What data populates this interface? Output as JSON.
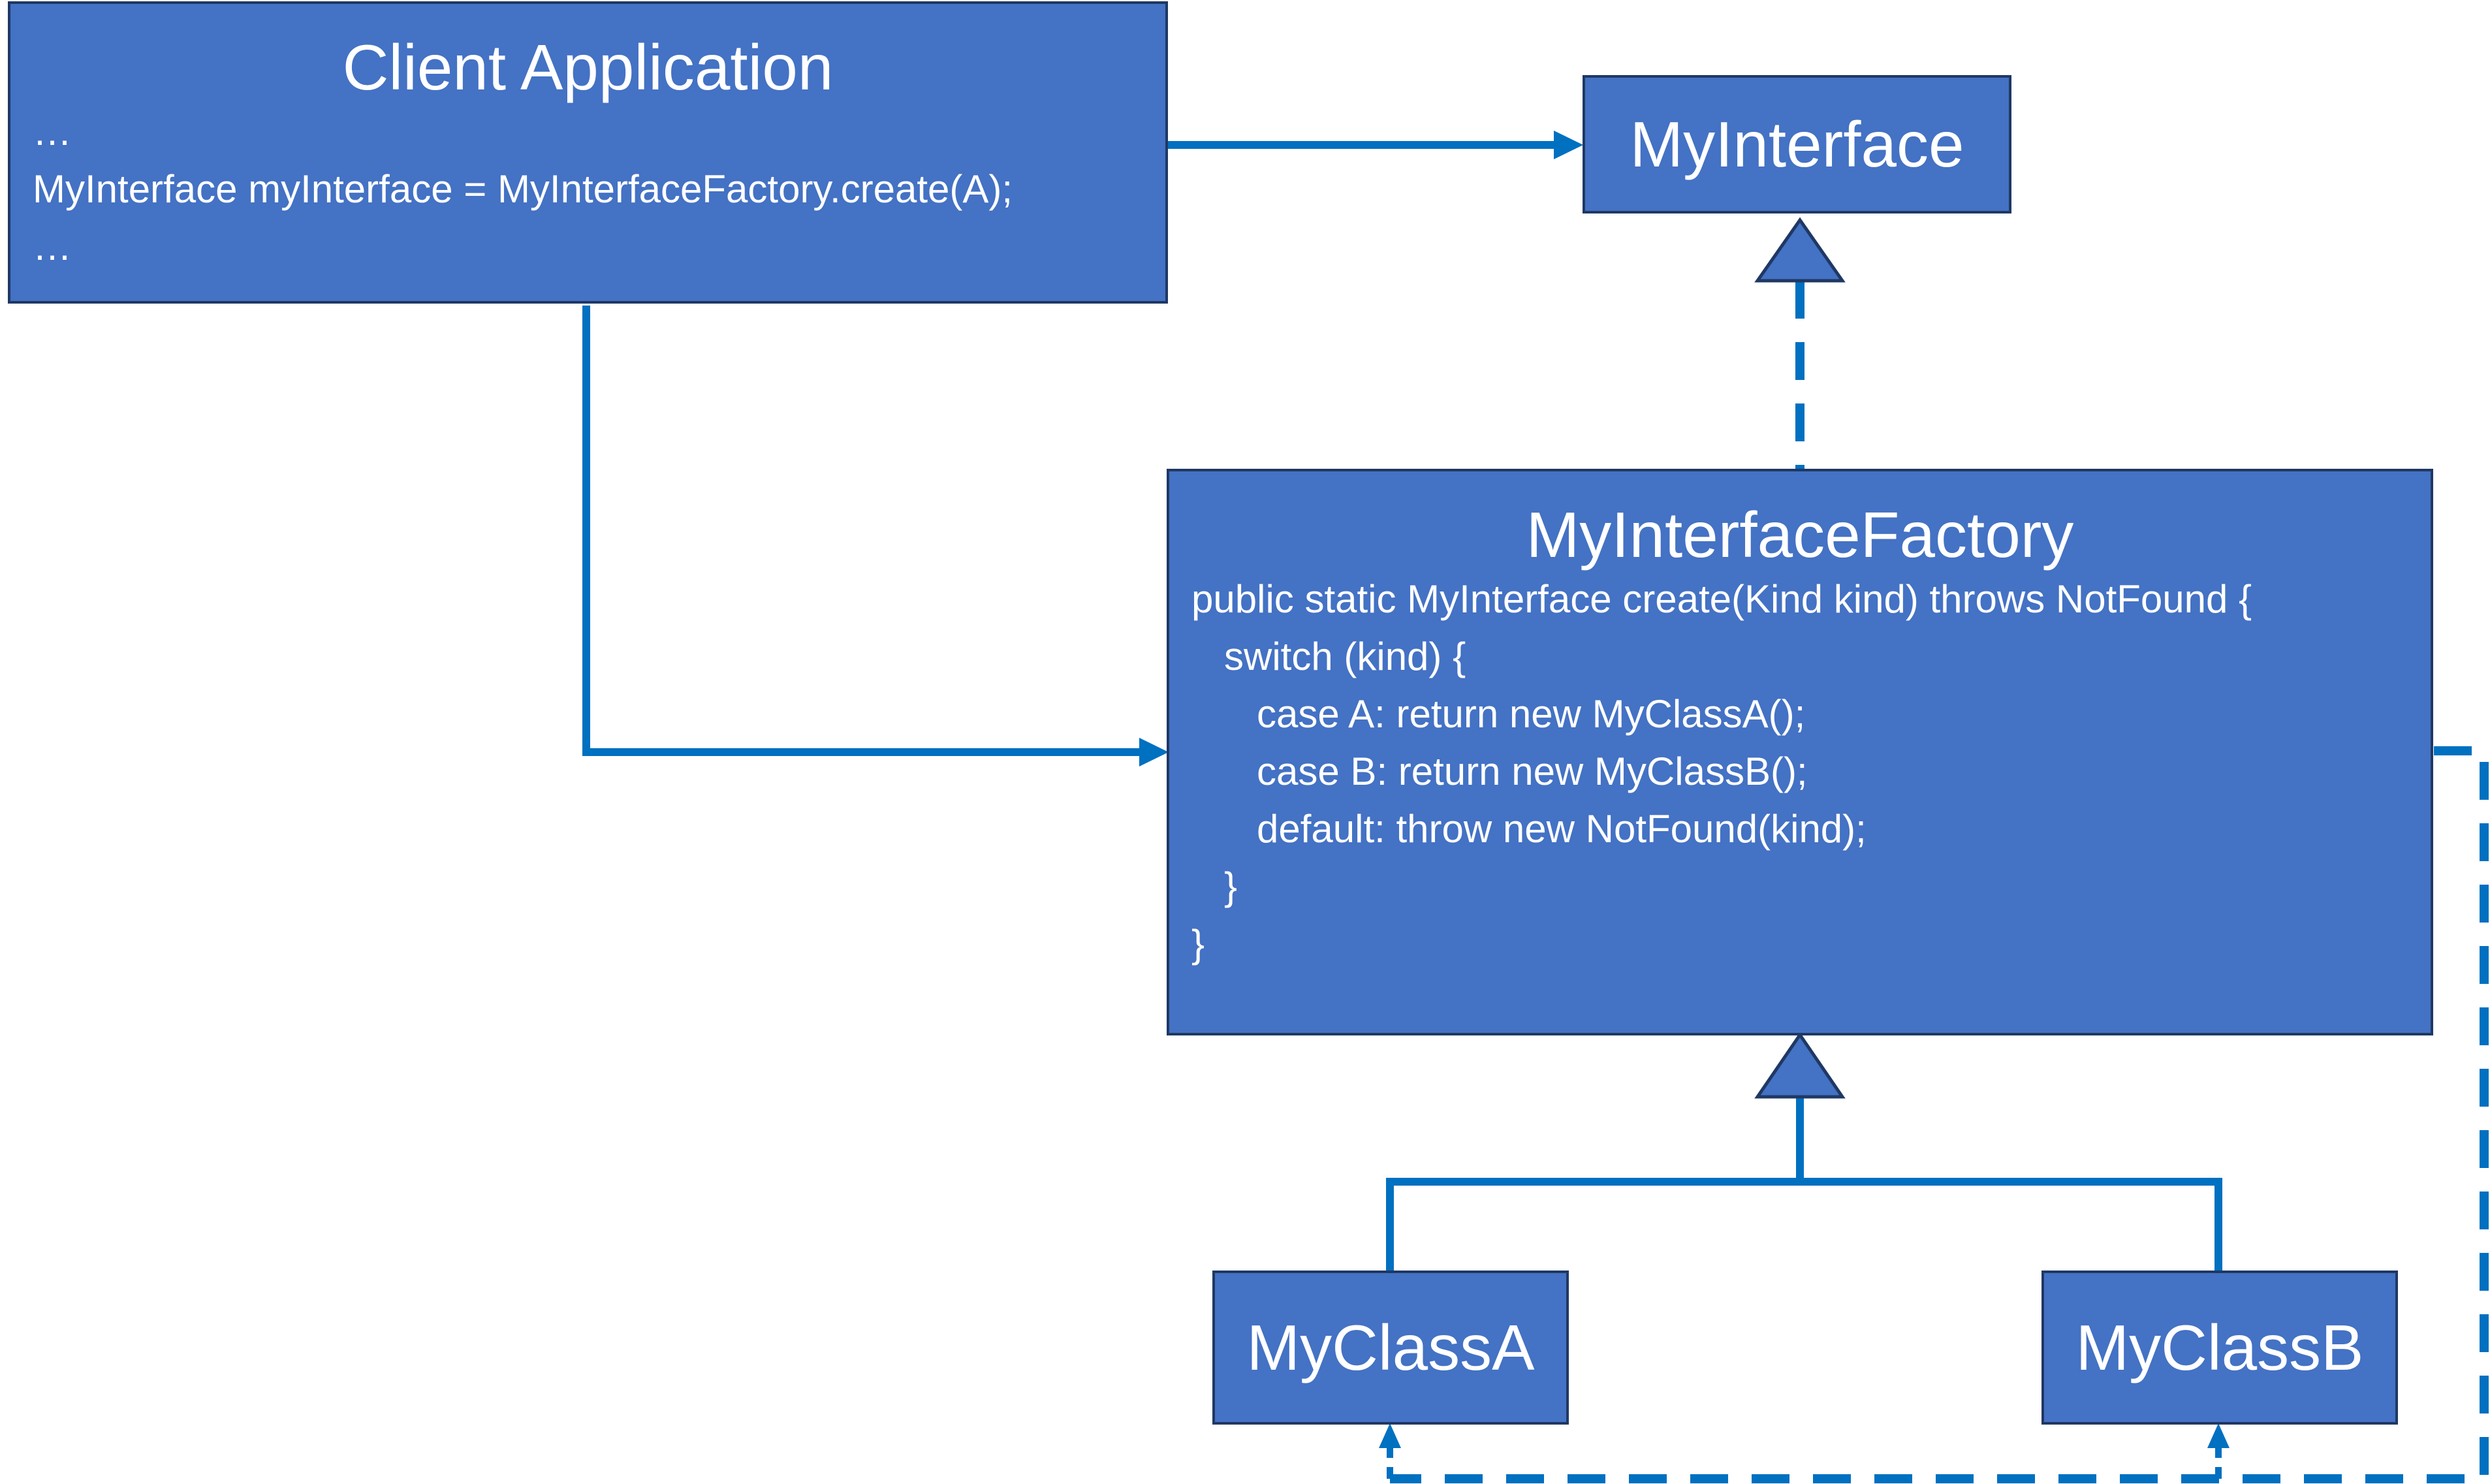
{
  "colors": {
    "box_fill": "#4472C4",
    "box_border": "#1F3864",
    "connector": "#0070C0",
    "text": "#FFFFFF"
  },
  "client": {
    "title": "Client Application",
    "lines": [
      "…",
      "MyInterface myInterface = MyInterfaceFactory.create(A);",
      "…"
    ]
  },
  "interface": {
    "title": "MyInterface"
  },
  "factory": {
    "title": "MyInterfaceFactory",
    "lines": [
      "public static MyInterface create(Kind kind) throws NotFound {",
      "   switch (kind) {",
      "      case A: return new MyClassA();",
      "      case B: return new MyClassB();",
      "      default: throw new NotFound(kind);",
      "   }",
      "}"
    ]
  },
  "class_a": {
    "title": "MyClassA"
  },
  "class_b": {
    "title": "MyClassB"
  },
  "connectors": [
    {
      "from": "client",
      "to": "interface",
      "kind": "association"
    },
    {
      "from": "client",
      "to": "factory",
      "kind": "association"
    },
    {
      "from": "factory",
      "to": "interface",
      "kind": "realization"
    },
    {
      "from": "class_a",
      "to": "factory",
      "kind": "generalization"
    },
    {
      "from": "class_b",
      "to": "factory",
      "kind": "generalization"
    },
    {
      "from": "factory",
      "to": "class_a",
      "kind": "dependency"
    },
    {
      "from": "factory",
      "to": "class_b",
      "kind": "dependency"
    }
  ]
}
